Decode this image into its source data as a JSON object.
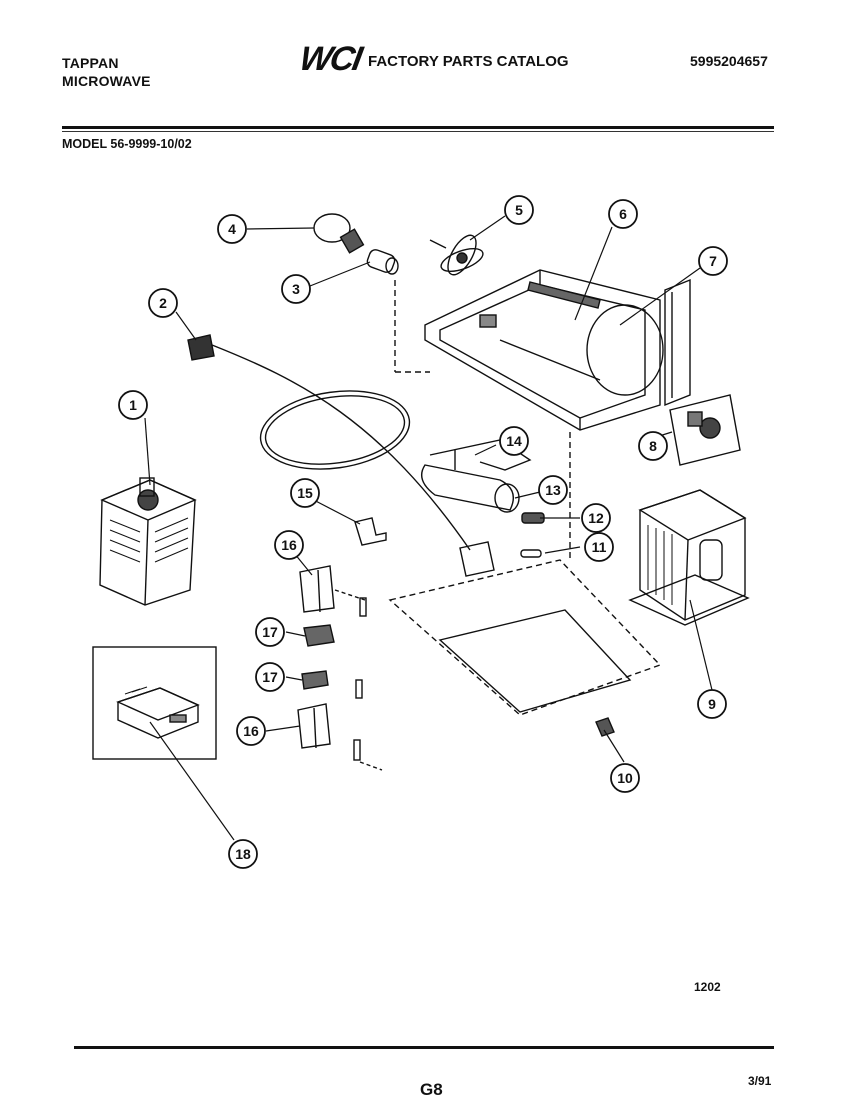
{
  "header": {
    "brand_line1": "TAPPAN",
    "brand_line2": "MICROWAVE",
    "logo": "WCI",
    "catalog_title": "FACTORY PARTS CATALOG",
    "part_number": "5995204657",
    "model": "MODEL 56-9999-10/02"
  },
  "callouts": [
    "1",
    "2",
    "3",
    "4",
    "5",
    "6",
    "7",
    "8",
    "9",
    "10",
    "11",
    "12",
    "13",
    "14",
    "15",
    "16",
    "16",
    "17",
    "17",
    "18"
  ],
  "footer": {
    "ref_number": "1202",
    "page_code": "G8",
    "date": "3/91"
  }
}
